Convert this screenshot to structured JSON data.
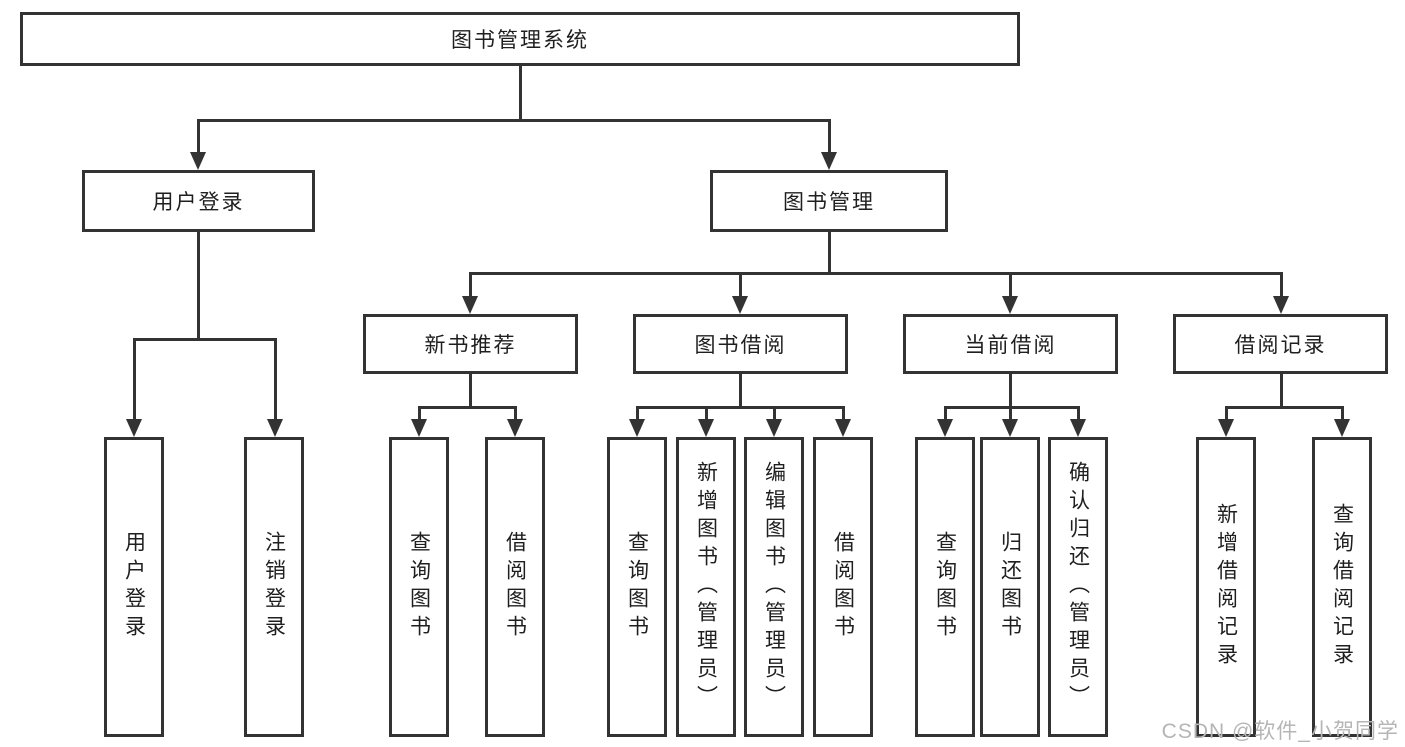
{
  "diagram": {
    "watermark": "CSDN @软件_小贺同学",
    "colors": {
      "line": "#333333",
      "text": "#1f1f1f",
      "watermark": "#b5b5b5",
      "background": "#ffffff"
    },
    "nodes": {
      "root": {
        "label": "图书管理系统"
      },
      "user_login": {
        "label": "用户登录",
        "children": [
          "用户登录",
          "注销登录"
        ]
      },
      "book_mgmt": {
        "label": "图书管理"
      },
      "groups": [
        {
          "label": "新书推荐",
          "children": [
            "查询图书",
            "借阅图书"
          ]
        },
        {
          "label": "图书借阅",
          "children": [
            "查询图书",
            "新增图书（管理员）",
            "编辑图书（管理员）",
            "借阅图书"
          ]
        },
        {
          "label": "当前借阅",
          "children": [
            "查询图书",
            "归还图书",
            "确认归还（管理员）"
          ]
        },
        {
          "label": "借阅记录",
          "children": [
            "新增借阅记录",
            "查询借阅记录"
          ]
        }
      ]
    }
  }
}
